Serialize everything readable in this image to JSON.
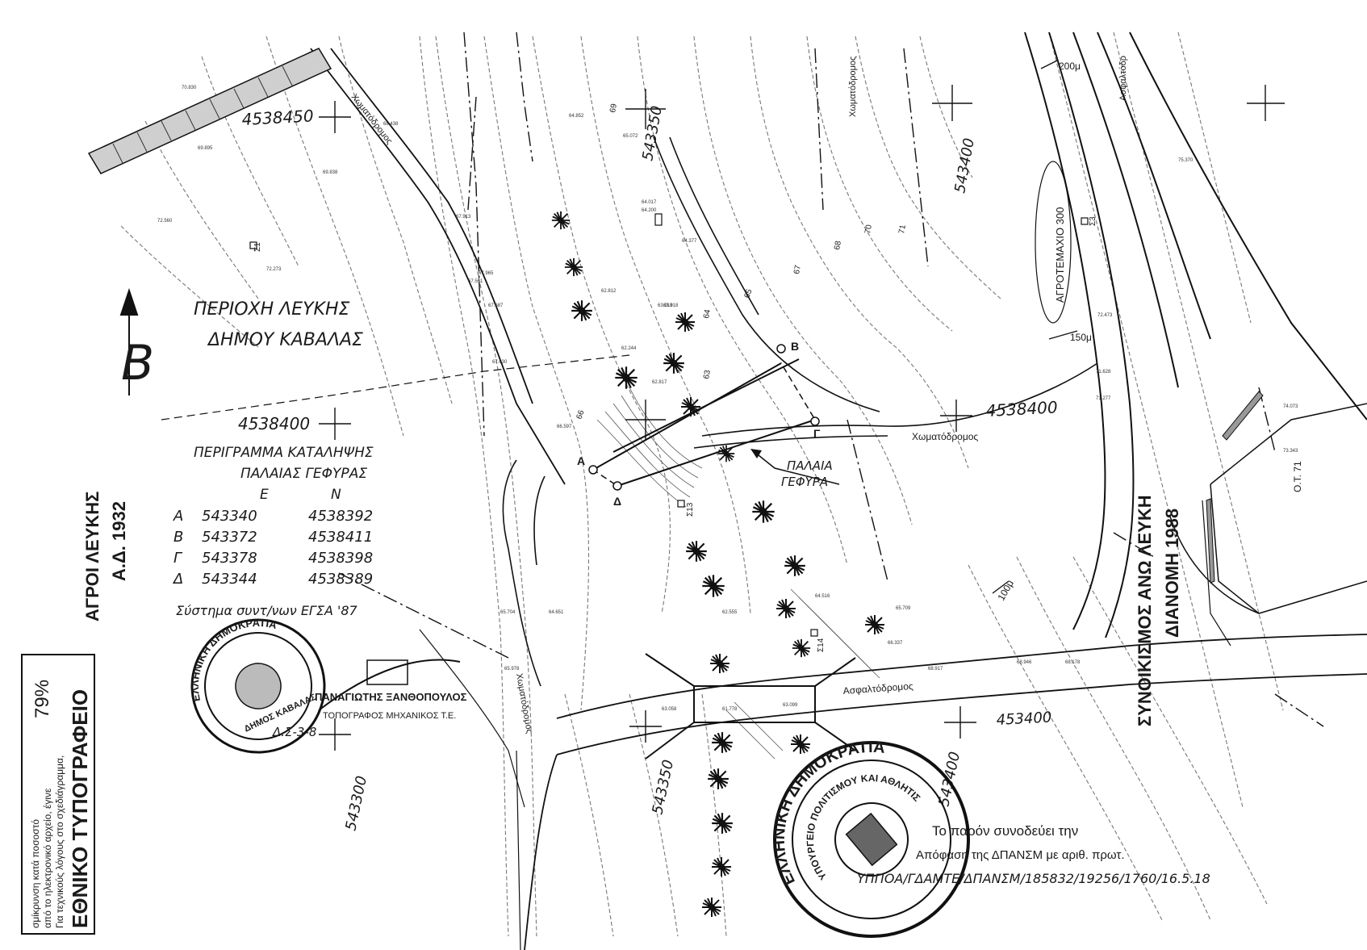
{
  "area_title": [
    "ΠΕΡΙΟΧΗ ΛΕΥΚΗΣ",
    "ΔΗΜΟΥ ΚΑΒΑΛΑΣ"
  ],
  "north_arrow": "B",
  "coordinate_labels": {
    "n_4538450": "4538450",
    "n_4538400_left": "4538400",
    "n_4538400_right": "4538400",
    "e_543350": "543350",
    "e_543400_top": "543400",
    "e_543300": "543300",
    "e_543350_bottom": "543350",
    "e_543400_bottom": "543400",
    "e_453400": "453400"
  },
  "occupation_outline": [
    "ΠΕΡΙΓΡΑΜΜΑ ΚΑΤΑΛΗΨΗΣ",
    "ΠΑΛΑΙΑΣ ΓΕΦΥΡΑΣ"
  ],
  "coordinates_table": {
    "headers": [
      "Ε",
      "Ν"
    ],
    "rows": [
      {
        "pt": "Α",
        "e": "543340",
        "n": "4538392"
      },
      {
        "pt": "Β",
        "e": "543372",
        "n": "4538411"
      },
      {
        "pt": "Γ",
        "e": "543378",
        "n": "4538398"
      },
      {
        "pt": "Δ",
        "e": "543344",
        "n": "4538389"
      }
    ],
    "system": "Σύστημα συντ/νων ΕΓΣΑ '87"
  },
  "old_bridge_label": [
    "ΠΑΛΑΙΑ",
    "ΓΕΦΥΡΑ"
  ],
  "roads": {
    "dirt_road_1": "Χωματόδρομος",
    "dirt_road_2": "Χωματόδρομος",
    "dirt_road_3": "Χωματόδρομος",
    "dirt_road_4": "Χωματόδρομος",
    "asphalt_road_1": "Ασφαλτόδρομος",
    "asphalt_road_2": "Ασφαλτόδρ"
  },
  "agro_plot": "ΑΓΡΟΤΕΜΑΧΙΟ 300",
  "settlement": [
    "ΣΥΝΟΙΚΙΣΜΟΣ ΑΝΩ ΛΕΥΚΗ",
    "ΔΙΑΝΟΜΗ 1988"
  ],
  "distribution_1932": [
    "ΑΓΡΟΙ ΛΕΥΚΗΣ",
    "Α.Δ. 1932"
  ],
  "ot_label": "Ο.Τ. 71",
  "distance_labels": [
    "200μ",
    "150μ",
    "100μ"
  ],
  "benchmarks": [
    "Σ1",
    "Σ3",
    "Σ13",
    "Σ14"
  ],
  "contour_labels": [
    "63",
    "64",
    "65",
    "66",
    "67",
    "68",
    "69",
    "70",
    "71"
  ],
  "surveyor": {
    "name": "ΠΑΝΑΓΙΩΤΗΣ ΞΑΝΘΟΠΟΥΛΟΣ",
    "title": "ΤΟΠΟΓΡΑΦΟΣ ΜΗΧΑΝΙΚΟΣ Τ.Ε."
  },
  "municipal_stamp": [
    "ΕΛΛΗΝΙΚΗ ΔΗΜΟΚΡΑΤΙΑ",
    "ΔΗΜΟΣ ΚΑΒΑΛΑΣ"
  ],
  "ministry_stamp": [
    "ΕΛΛΗΝΙΚΗ ΔΗΜΟΚΡΑΤΙΑ",
    "ΥΠΟΥΡΓΕΙΟ ΠΟΛΙΤΙΣΜΟΥ ΚΑΙ ΑΘΛΗΤΙΣΜΟΥ"
  ],
  "note_lines": [
    "Το παρόν συνοδεύει την",
    "Απόφαση της ΔΠΑΝΣΜ με αριθ. πρωτ.",
    "ΥΠΠΟΑ/ΓΔΑΜΤΕ/ΔΠΑΝΣΜ/185832/19256/1760/16.5.18"
  ],
  "publisher": {
    "name": "ΕΘΝΙΚΟ ΤΥΠΟΓΡΑΦΕΙΟ",
    "note_lines": [
      "Για τεχνικούς λόγους στο σχεδιάγραμμα,",
      "από το ηλεκτρονικό αρχείο, έγινε",
      "σμίκρυνση κατά ποσοστό"
    ],
    "percent": "79%"
  },
  "elevations": [
    "70.830",
    "69.895",
    "68.438",
    "67.913",
    "67.965",
    "67.687",
    "67.630",
    "66.597",
    "64.852",
    "65.072",
    "64.017",
    "64.200",
    "64.377",
    "63.918",
    "62.812",
    "63.018",
    "62.244",
    "62.817",
    "61.778",
    "63.099",
    "63.058",
    "64.516",
    "65.709",
    "66.337",
    "68.917",
    "68.946",
    "68.178",
    "71.628",
    "71.277",
    "72.473",
    "74.073",
    "75.370",
    "73.343",
    "72.560",
    "72.273",
    "69.838",
    "67.561",
    "65.704",
    "65.978",
    "64.651",
    "62.555"
  ]
}
